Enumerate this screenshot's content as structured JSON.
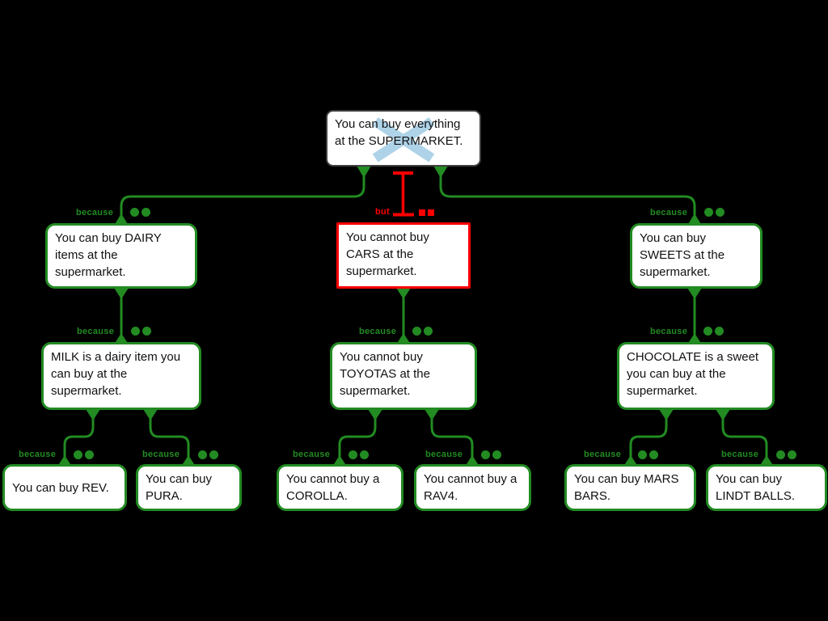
{
  "labels": {
    "because": "because",
    "but": "but"
  },
  "colors": {
    "green": "#228b22",
    "red": "#ff0000",
    "cross_blue": "#aed3e8",
    "node_bg": "#ffffff",
    "canvas_bg": "#000000"
  },
  "nodes": {
    "root": {
      "text": "You can buy everything at the SUPERMARKET.",
      "status": "rejected"
    },
    "dairy": {
      "text": "You can buy DAIRY items at the supermarket."
    },
    "cars": {
      "text": "You cannot buy CARS at the supermarket."
    },
    "sweets": {
      "text": "You can buy SWEETS at the supermarket."
    },
    "milk": {
      "text": "MILK is a dairy item you can buy at the supermarket."
    },
    "toyotas": {
      "text": "You cannot buy TOYOTAS at the supermarket."
    },
    "chocolate": {
      "text": "CHOCOLATE is a sweet you can buy at the supermarket."
    },
    "rev": {
      "text": "You can buy REV."
    },
    "pura": {
      "text": "You can buy PURA."
    },
    "corolla": {
      "text": "You cannot buy a COROLLA."
    },
    "rav4": {
      "text": "You cannot buy a RAV4."
    },
    "mars_bars": {
      "text": "You can buy MARS BARS."
    },
    "lindt_balls": {
      "text": "You can buy LINDT BALLS."
    }
  }
}
